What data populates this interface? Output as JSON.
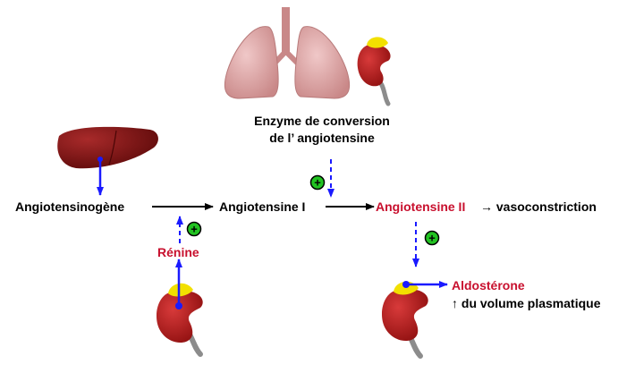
{
  "labels": {
    "enzyme_line1": "Enzyme de conversion",
    "enzyme_line2": "de l’ angiotensine",
    "angiotensinogen": "Angiotensinogène",
    "angiotensin_i": "Angiotensine I",
    "angiotensin_ii": "Angiotensine II",
    "vasoconstriction_arrow": "→",
    "vasoconstriction": "vasoconstriction",
    "renin": "Rénine",
    "aldosterone": "Aldostérone",
    "plasma_volume_arrow": "↑",
    "plasma_volume": "du volume plasmatique"
  },
  "stimulation_badge": "+",
  "colors": {
    "label_red": "#c8102e",
    "arrow_blue": "#1a1aff",
    "badge_green": "#22c322",
    "organ_red": "#b01a1a",
    "liver_red": "#7a1010",
    "lung_pink": "#d9a0a0",
    "adrenal_yellow": "#f2e000",
    "ureter_gray": "#8c8c8c"
  }
}
